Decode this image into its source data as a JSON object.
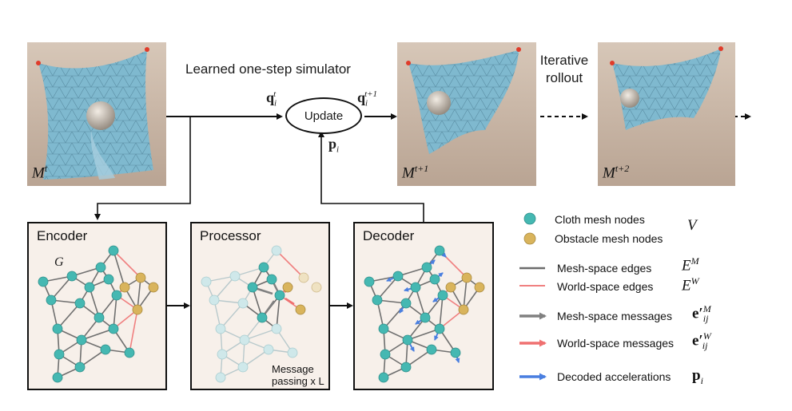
{
  "header": {
    "simulator_title": "Learned one-step simulator",
    "iterative_rollout": "Iterative\nrollout",
    "update_label": "Update"
  },
  "symbols": {
    "q_t_base": "q",
    "q_t_sub": "i",
    "q_t_sup": "t",
    "q_t1_base": "q",
    "q_t1_sub": "i",
    "q_t1_sup": "t+1",
    "p_base": "p",
    "p_sub": "i"
  },
  "frames": [
    {
      "base": "M",
      "sup": "t"
    },
    {
      "base": "M",
      "sup": "t+1"
    },
    {
      "base": "M",
      "sup": "t+2"
    }
  ],
  "boxes": {
    "encoder": "Encoder",
    "encoder_graph_label": "G",
    "processor": "Processor",
    "processor_note": "Message\npassing x L",
    "decoder": "Decoder"
  },
  "legend": {
    "items": [
      {
        "label": "Cloth mesh nodes",
        "symbol": "V"
      },
      {
        "label": "Obstacle mesh nodes",
        "symbol": ""
      },
      {
        "label": "Mesh-space edges",
        "symbol_base": "E",
        "symbol_sup": "M"
      },
      {
        "label": "World-space edges",
        "symbol_base": "E",
        "symbol_sup": "W"
      },
      {
        "label": "Mesh-space messages",
        "symbol_base": "e′",
        "symbol_sup": "M",
        "symbol_sub": "ij"
      },
      {
        "label": "World-space messages",
        "symbol_base": "e′",
        "symbol_sup": "W",
        "symbol_sub": "ij"
      },
      {
        "label": "Decoded accelerations",
        "symbol_base": "p",
        "symbol_sub": "i"
      }
    ],
    "colors": {
      "cloth_node": "#45b8b2",
      "obstacle_node": "#d9b45c",
      "mesh_edge": "#6b6b6b",
      "world_edge": "#f08080",
      "mesh_message": "#808080",
      "world_message": "#ef7070",
      "acceleration": "#4a7fe0"
    }
  }
}
